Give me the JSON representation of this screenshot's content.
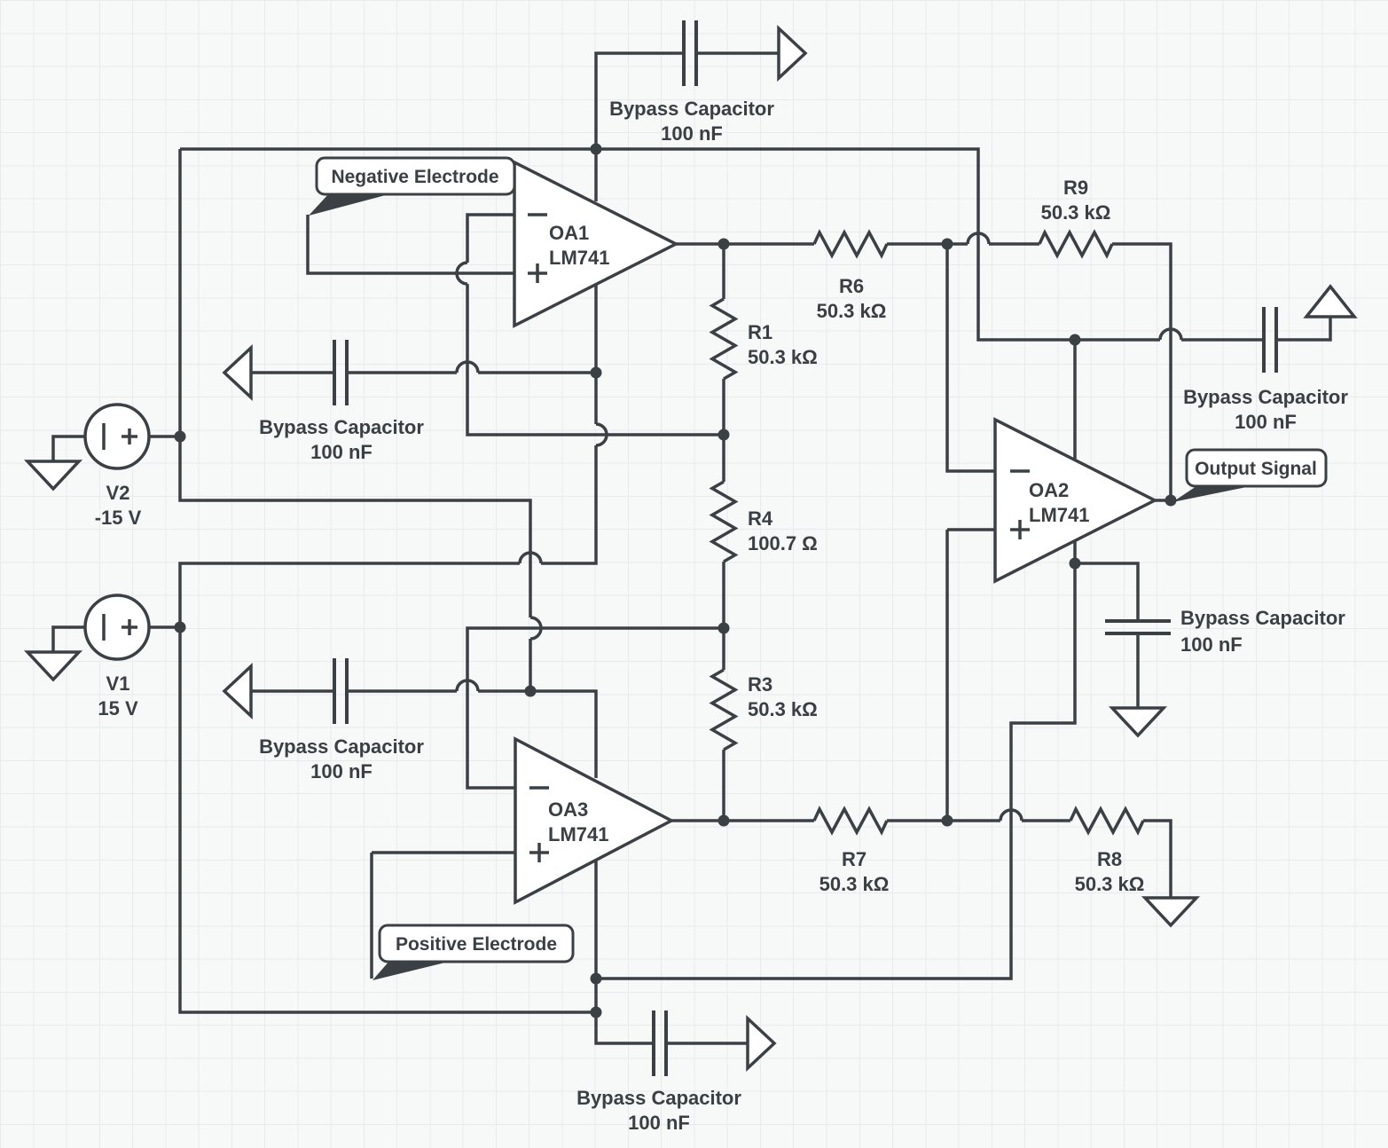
{
  "colors": {
    "background": "#f7f8f8",
    "grid": "#e8eaeb",
    "stroke": "#3b4045",
    "text": "#3a3f44"
  },
  "callouts": {
    "negative": "Negative Electrode",
    "positive": "Positive Electrode",
    "output": "Output Signal"
  },
  "labels": {
    "bypass_capacitor": "Bypass Capacitor",
    "bypass_value": "100 nF"
  },
  "op_amps": {
    "oa1": {
      "name": "OA1",
      "part": "LM741"
    },
    "oa2": {
      "name": "OA2",
      "part": "LM741"
    },
    "oa3": {
      "name": "OA3",
      "part": "LM741"
    }
  },
  "resistors": {
    "r1": {
      "name": "R1",
      "value": "50.3 kΩ"
    },
    "r3": {
      "name": "R3",
      "value": "50.3 kΩ"
    },
    "r4": {
      "name": "R4",
      "value": "100.7 Ω"
    },
    "r6": {
      "name": "R6",
      "value": "50.3 kΩ"
    },
    "r7": {
      "name": "R7",
      "value": "50.3 kΩ"
    },
    "r8": {
      "name": "R8",
      "value": "50.3 kΩ"
    },
    "r9": {
      "name": "R9",
      "value": "50.3 kΩ"
    }
  },
  "sources": {
    "v1": {
      "name": "V1",
      "value": "15 V"
    },
    "v2": {
      "name": "V2",
      "value": "-15 V"
    }
  }
}
